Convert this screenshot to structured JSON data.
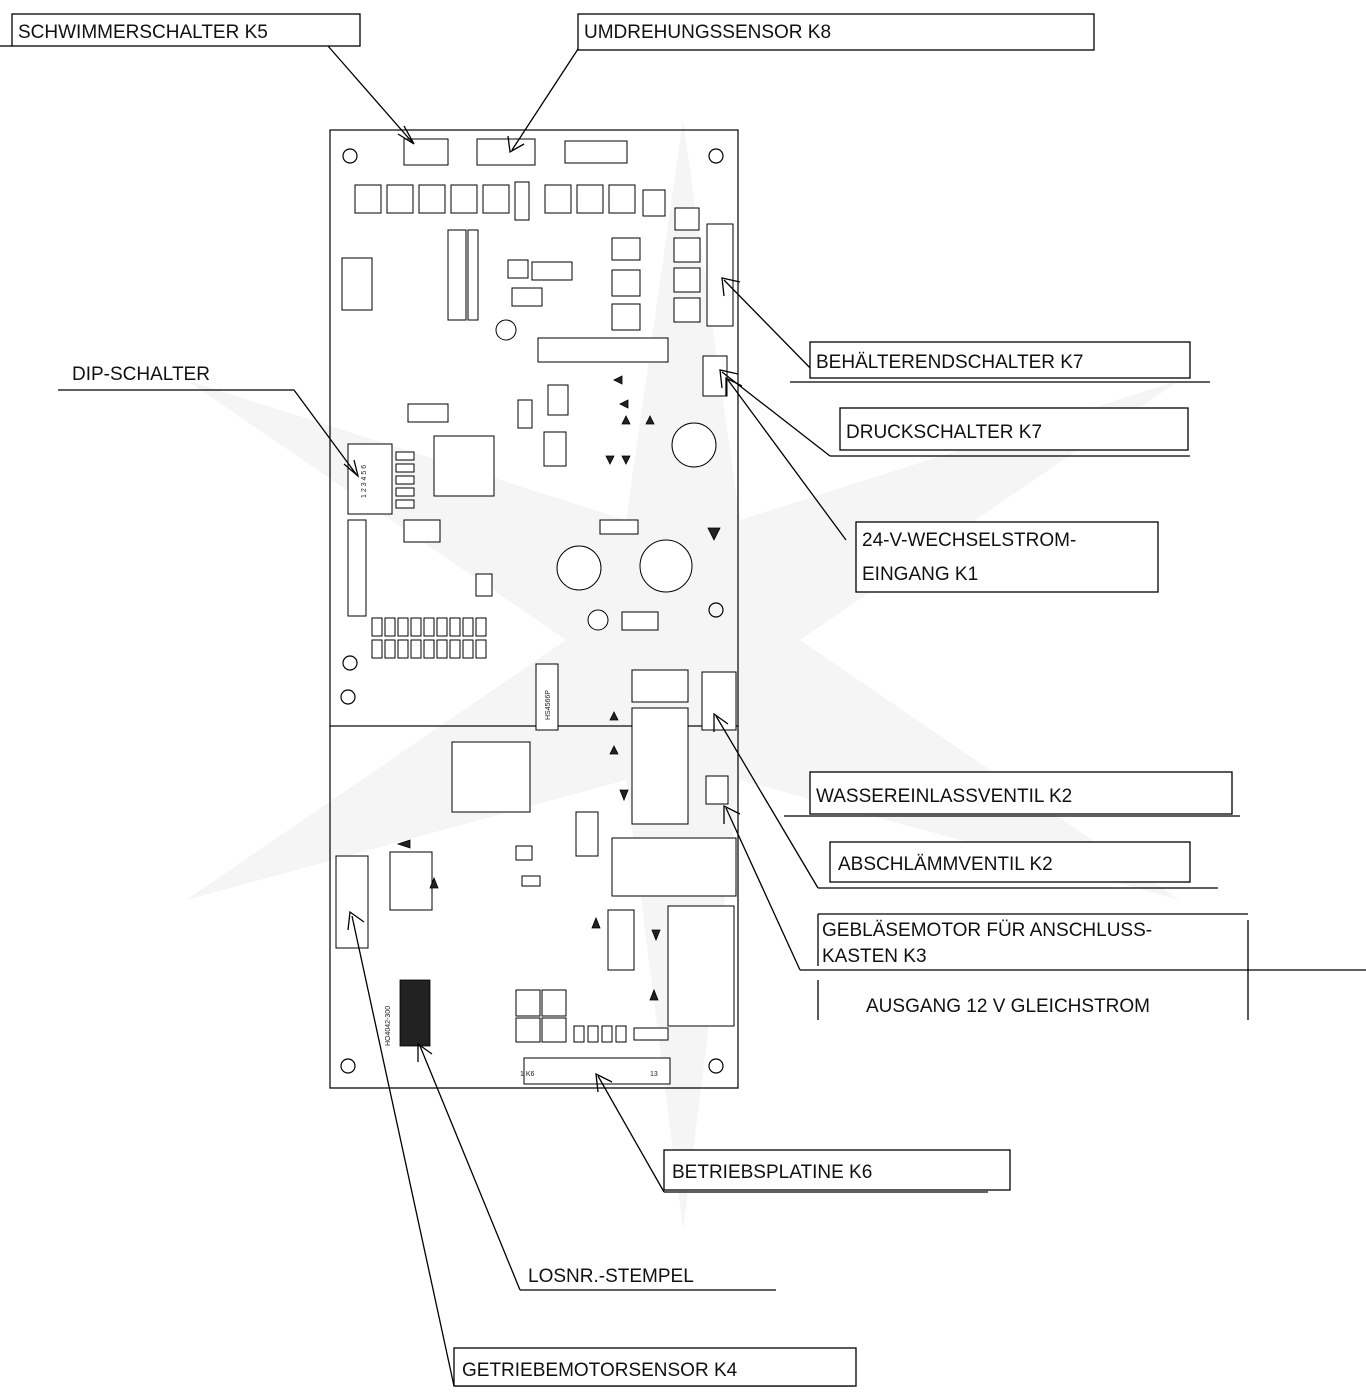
{
  "labels": {
    "schwimmerschalter": "SCHWIMMERSCHALTER K5",
    "umdrehungssensor": "UMDREHUNGSSENSOR K8",
    "behaelterendschalter": "BEHÄLTERENDSCHALTER K7",
    "dip_schalter": "DIP-SCHALTER",
    "druckschalter": "DRUCKSCHALTER K7",
    "wechselstrom_line1": "24-V-WECHSELSTROM-",
    "wechselstrom_line2": "EINGANG K1",
    "wassereinlassventil": "WASSEREINLASSVENTIL K2",
    "abschlaemmventil": "ABSCHLÄMMVENTIL K2",
    "geblaese_line1": "GEBLÄSEMOTOR FÜR ANSCHLUSS-",
    "geblaese_line2": "KASTEN K3",
    "ausgang": "AUSGANG 12 V GLEICHSTROM",
    "betriebsplatine": "BETRIEBSPLATINE K6",
    "losnr_stempel": "LOSNR.-STEMPEL",
    "getriebemotorsensor": "GETRIEBEMOTORSENSOR K4"
  },
  "board": {
    "part_number": "HO4042-300",
    "dip_marking": "1 2 3 4 5 6",
    "ic_label": "HS4566P",
    "connector_k6": "1 K6",
    "pin_13": "13"
  }
}
